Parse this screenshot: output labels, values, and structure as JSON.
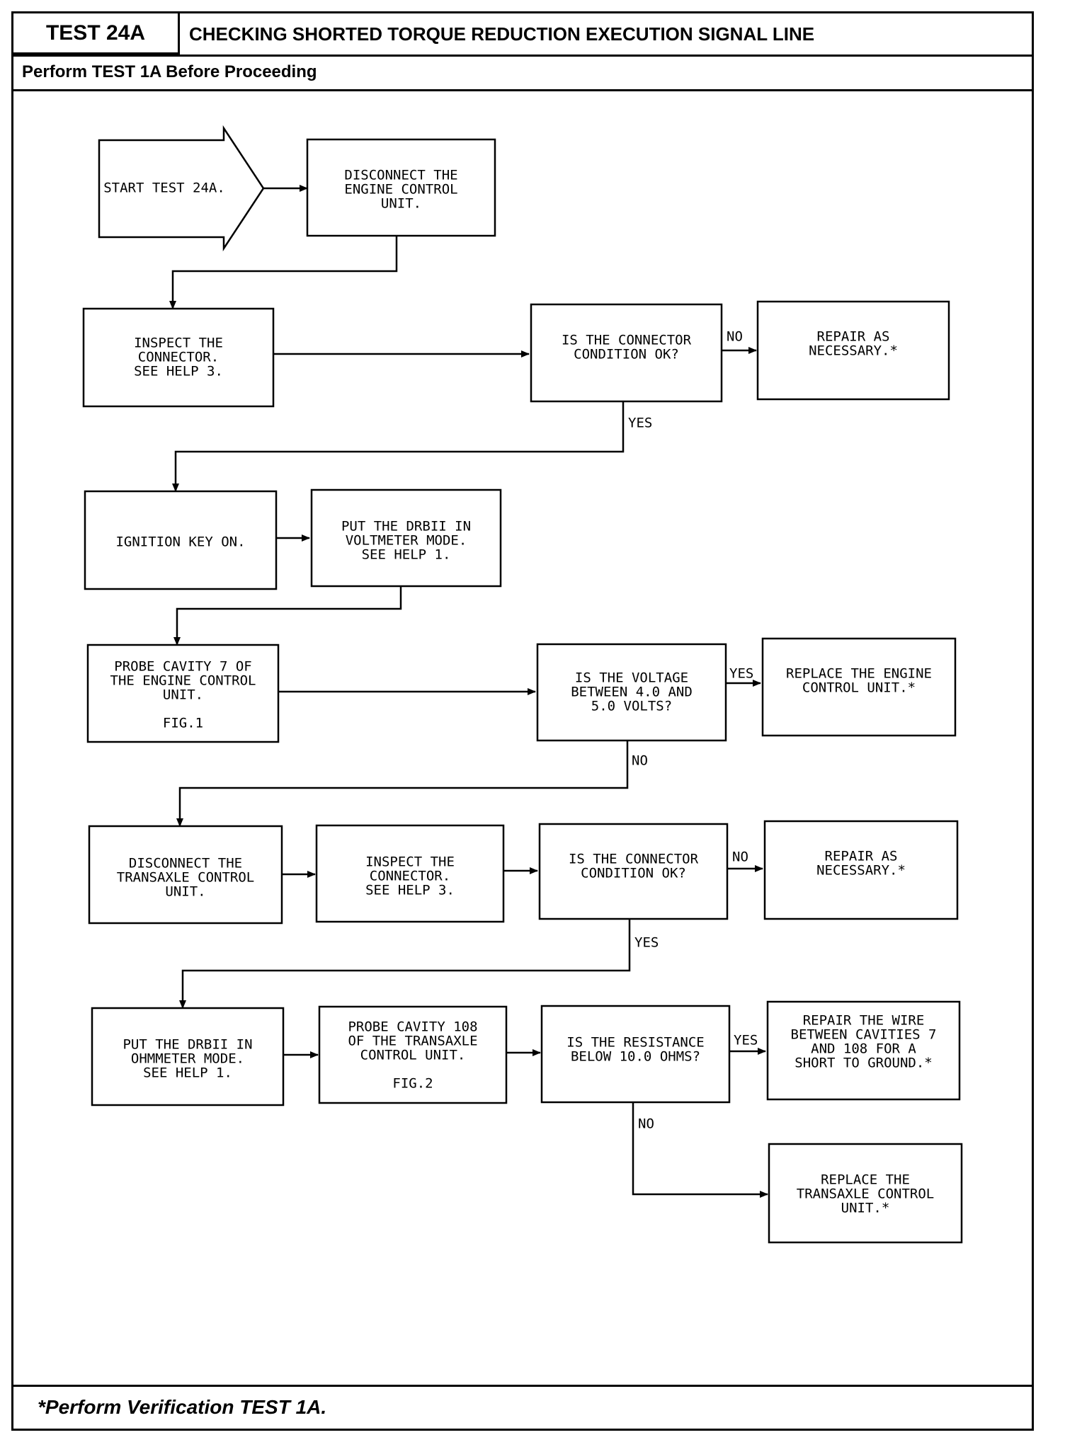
{
  "header": {
    "test_id": "TEST 24A",
    "title": "CHECKING SHORTED TORQUE REDUCTION EXECUTION SIGNAL LINE",
    "subtitle": "Perform TEST 1A Before Proceeding"
  },
  "footer": {
    "note": "*Perform Verification TEST 1A."
  },
  "flow": {
    "start": [
      "START TEST 24A."
    ],
    "disconnect_ecu": [
      "DISCONNECT THE",
      "ENGINE CONTROL",
      "UNIT."
    ],
    "inspect_connector_1": [
      "INSPECT THE",
      "CONNECTOR.",
      "SEE HELP 3."
    ],
    "connector_ok_1": [
      "IS THE CONNECTOR",
      "CONDITION OK?"
    ],
    "repair_1": [
      "REPAIR AS",
      "NECESSARY.*"
    ],
    "ignition_on": [
      "IGNITION KEY ON."
    ],
    "drbii_voltmeter": [
      "PUT THE DRBII IN",
      "VOLTMETER MODE.",
      "SEE HELP 1."
    ],
    "probe_cavity_7": [
      "PROBE CAVITY 7 OF",
      "THE ENGINE CONTROL",
      "UNIT.",
      "",
      "FIG.1"
    ],
    "voltage_check": [
      "IS THE VOLTAGE",
      "BETWEEN 4.0 AND",
      "5.0 VOLTS?"
    ],
    "replace_ecu": [
      "REPLACE THE ENGINE",
      "CONTROL UNIT.*"
    ],
    "disconnect_tcu": [
      "DISCONNECT THE",
      "TRANSAXLE CONTROL",
      "UNIT."
    ],
    "inspect_connector_2": [
      "INSPECT THE",
      "CONNECTOR.",
      "SEE HELP 3."
    ],
    "connector_ok_2": [
      "IS THE CONNECTOR",
      "CONDITION OK?"
    ],
    "repair_2": [
      "REPAIR AS",
      "NECESSARY.*"
    ],
    "drbii_ohmmeter": [
      "PUT THE DRBII IN",
      "OHMMETER MODE.",
      "SEE HELP 1."
    ],
    "probe_cavity_108": [
      "PROBE CAVITY 108",
      "OF THE TRANSAXLE",
      "CONTROL UNIT.",
      "",
      "FIG.2"
    ],
    "resistance_check": [
      "IS THE RESISTANCE",
      "BELOW 10.0 OHMS?"
    ],
    "repair_wire": [
      "REPAIR THE WIRE",
      "BETWEEN CAVITIES 7",
      "AND 108 FOR A",
      "SHORT TO GROUND.*"
    ],
    "replace_tcu": [
      "REPLACE THE",
      "TRANSAXLE CONTROL",
      "UNIT.*"
    ],
    "labels": {
      "no": "NO",
      "yes": "YES"
    }
  }
}
